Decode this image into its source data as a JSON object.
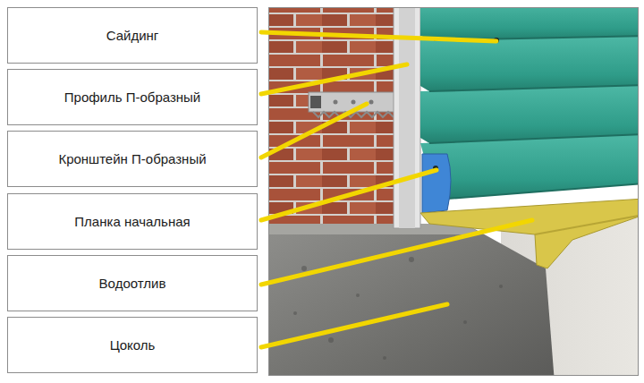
{
  "diagram": {
    "nodes": [
      {
        "text": [
          "Сайдинг"
        ]
      },
      {
        "text": [
          "Профиль П-образный"
        ]
      },
      {
        "text": [
          "Кронштейн П-образный"
        ]
      },
      {
        "text": [
          "Планка начальная"
        ]
      },
      {
        "text": [
          "Водоотлив"
        ]
      },
      {
        "text": [
          "Цоколь"
        ]
      }
    ]
  }
}
